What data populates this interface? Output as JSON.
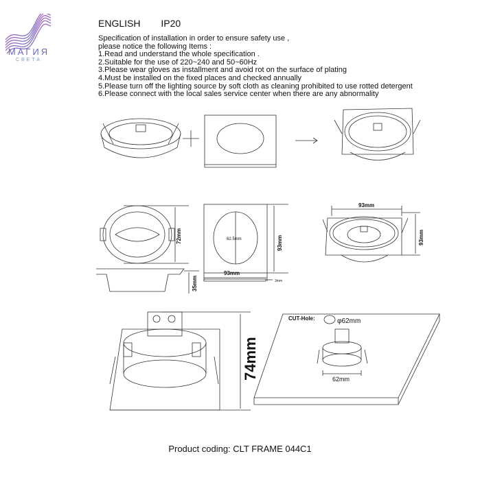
{
  "logo": {
    "line1": "МАГИЯ",
    "line2": "СВЕТА"
  },
  "header": {
    "language": "ENGLISH",
    "rating": "IP20"
  },
  "spec": {
    "intro1": "Specification of installation in order to ensure safety use ,",
    "intro2": "please notice the following Items :",
    "items": [
      "1.Read and understand the whole specification .",
      "2.Suitable for the use of 220~240 and 50~60Hz",
      "3.Please wear gloves as installment and avoid rot on the surface of plating",
      "4.Must be installed on the fixed places and checked annually",
      "5.Please turn off the lighting source by soft cloth as cleaning prohibited to use rotted detergent",
      "6.Please connect with the local sales service center when there are any abnormality"
    ]
  },
  "dimensions": {
    "ring_height": "72mm",
    "ring_depth": "35mm",
    "hole_diameter": "62.5mm",
    "frame_height": "93mm",
    "frame_width": "93mm",
    "frame_thickness": "3mm",
    "assembled_width": "93mm",
    "assembled_height": "93mm",
    "total_height": "74mm",
    "cut_hole_label": "CUT-Hole:",
    "cut_hole_diameter": "φ62mm",
    "cut_hole_width": "62mm"
  },
  "footer": {
    "product_coding": "Product coding: CLT FRAME 044C1"
  }
}
